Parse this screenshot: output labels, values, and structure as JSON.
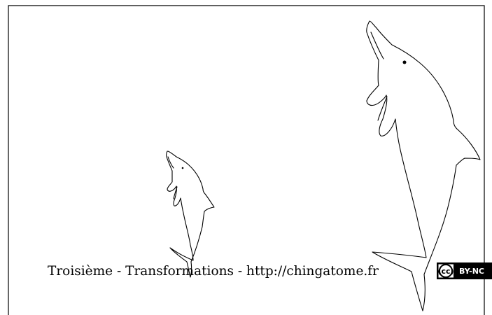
{
  "footer": {
    "text": "Troisième - Transformations - http://chingatome.fr"
  },
  "license_badge": {
    "cc": "(cc)",
    "label": "BY-NC"
  },
  "colors": {
    "stroke": "#000000",
    "background": "#ffffff"
  }
}
